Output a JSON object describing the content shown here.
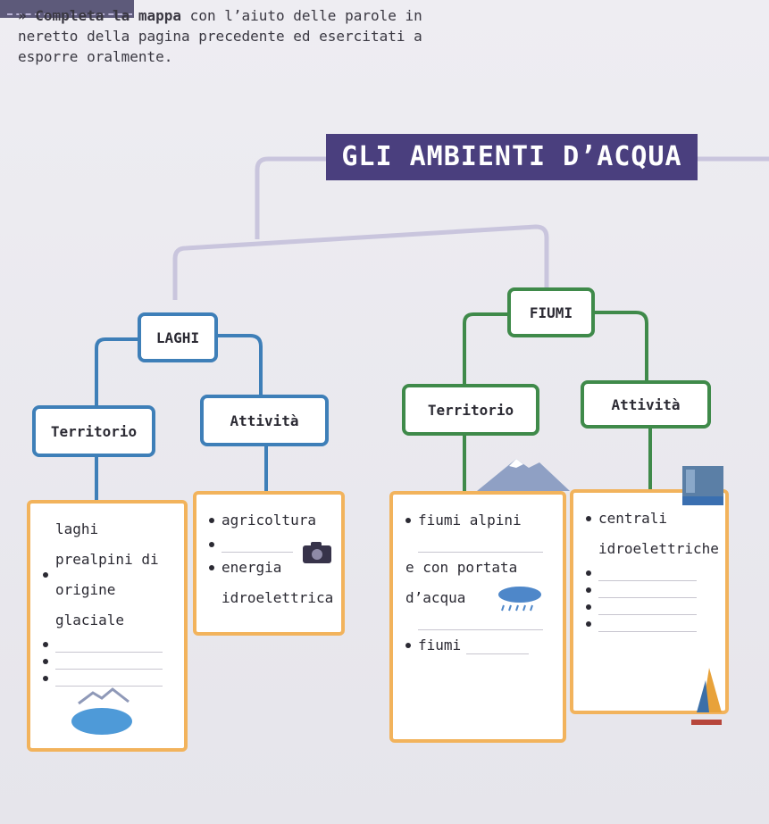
{
  "instruction": {
    "marker": "»",
    "bold_text": "Completa la mappa",
    "text": " con l’aiuto delle parole in neretto della pagina precedente ed esercitati a esporre oralmente."
  },
  "map": {
    "title": "GLI AMBIENTI D’ACQUA",
    "lakes": {
      "label": "LAGHI",
      "territory": {
        "label": "Territorio",
        "items": [
          "laghi prealpini di origine glaciale",
          "",
          "",
          ""
        ]
      },
      "activities": {
        "label": "Attività",
        "items": [
          "agricoltura",
          "",
          "energia idroelettrica"
        ]
      }
    },
    "rivers": {
      "label": "FIUMI",
      "territory": {
        "label": "Territorio",
        "items": [
          "fiumi alpini",
          "e con portata",
          "d’acqua",
          "fiumi"
        ]
      },
      "activities": {
        "label": "Attività",
        "items": [
          "centrali idroelettriche",
          "",
          "",
          "",
          "",
          ""
        ]
      }
    }
  },
  "colors": {
    "title_bg": "#4a3f7e",
    "lakes_line": "#3e7fb8",
    "rivers_line": "#3f8a4a",
    "box_border": "#f2b35c",
    "trunk_line": "#c9c5dd"
  }
}
